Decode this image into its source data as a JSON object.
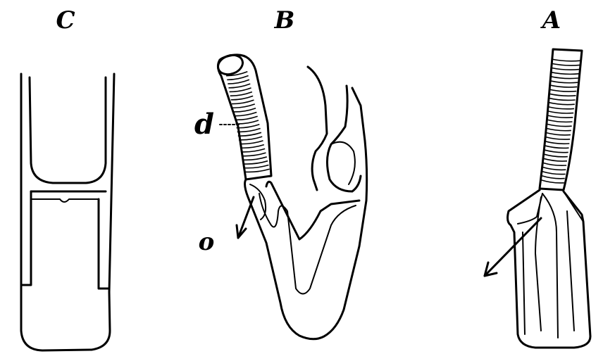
{
  "labels": {
    "panel_c": "C",
    "panel_b": "B",
    "panel_a": "A",
    "letter_d": "d",
    "letter_o": "o"
  },
  "colors": {
    "ink": "#000000",
    "paper": "#ffffff"
  }
}
